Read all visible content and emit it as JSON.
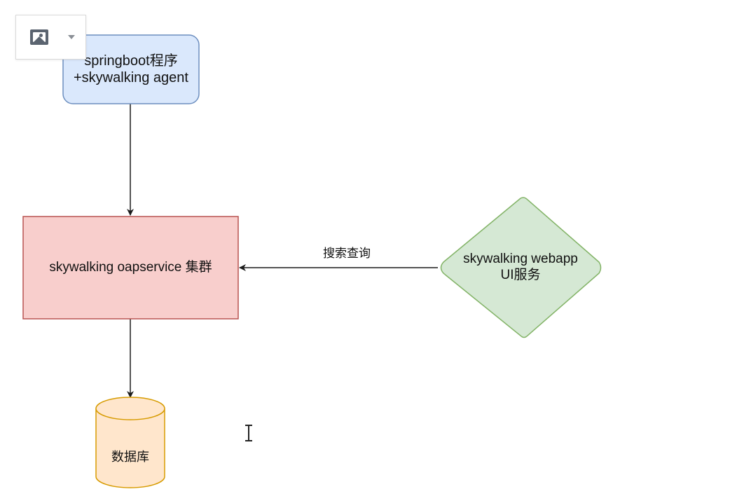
{
  "diagram": {
    "nodes": {
      "app": {
        "line1": "springboot程序",
        "line2": "+skywalking agent"
      },
      "oap": {
        "label": "skywalking oapservice 集群"
      },
      "webapp": {
        "line1": "skywalking webapp",
        "line2": "UI服务"
      },
      "database": {
        "label": "数据库"
      }
    },
    "edges": {
      "webapp_to_oap": {
        "label": "搜索查询"
      }
    }
  },
  "toolbar": {
    "icon": "image-icon",
    "dropdown_icon": "caret-down-icon"
  },
  "colors": {
    "app_fill": "#dae8fc",
    "app_stroke": "#6c8ebf",
    "oap_fill": "#f8cecc",
    "oap_stroke": "#b85450",
    "webapp_fill": "#d5e8d4",
    "webapp_stroke": "#82b366",
    "db_fill": "#ffe6cc",
    "db_stroke": "#d79b00",
    "edge": "#1a1a1a"
  }
}
